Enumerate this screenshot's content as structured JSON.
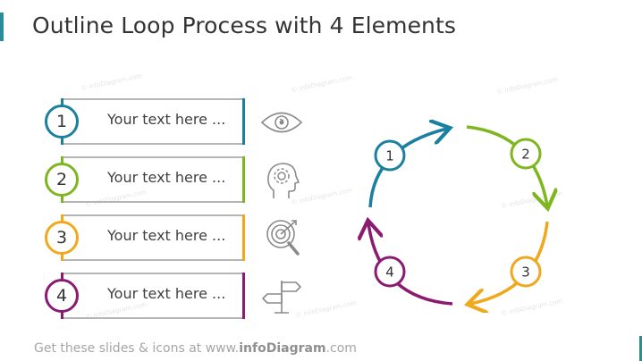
{
  "title": "Outline Loop Process with 4 Elements",
  "colors": {
    "step1": "#1b7fa0",
    "step2": "#7eb61f",
    "step3": "#f0a81c",
    "step4": "#8b1a72",
    "accent": "#2a8c99"
  },
  "rows": [
    {
      "number": "1",
      "label": "Your text here ...",
      "icon": "eye-icon"
    },
    {
      "number": "2",
      "label": "Your text here ...",
      "icon": "head-gear-icon"
    },
    {
      "number": "3",
      "label": "Your text here ...",
      "icon": "target-magnifier-icon"
    },
    {
      "number": "4",
      "label": "Your text here ...",
      "icon": "signpost-icon"
    }
  ],
  "cycle": {
    "steps": [
      "1",
      "2",
      "3",
      "4"
    ]
  },
  "footer": {
    "prefix": "Get these slides & icons at www.",
    "brand": "infoDiagram",
    "suffix": ".com"
  },
  "watermark_text": "© infoDiagram.com"
}
